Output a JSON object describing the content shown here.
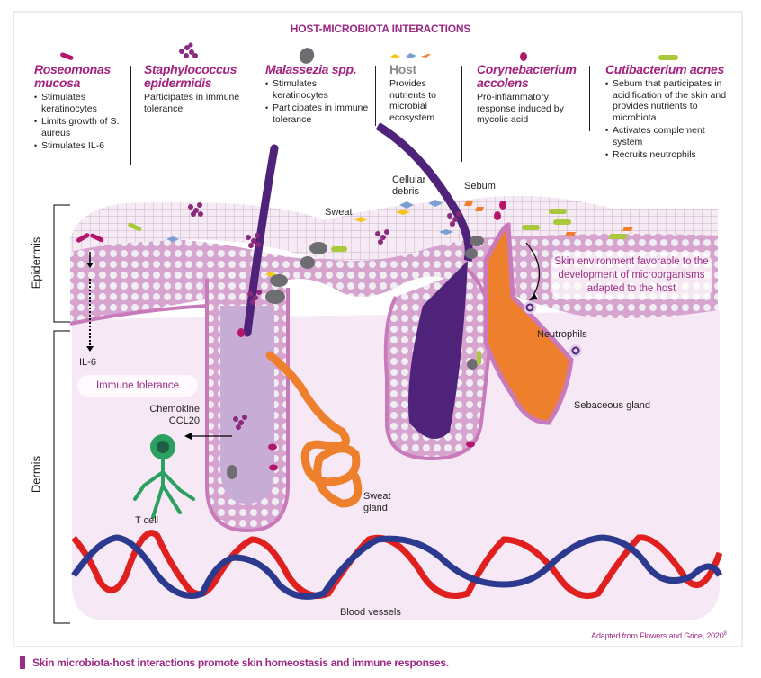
{
  "title": "HOST-MICROBIOTA INTERACTIONS",
  "organisms": [
    {
      "name": "Roseomonas mucosa",
      "name_lines": [
        "Roseomonas",
        "mucosa"
      ],
      "icon": "rod-bacterium-icon",
      "color": "#b5166b",
      "bullets": [
        "Stimulates keratinocytes",
        "Limits growth of S. aureus",
        "Stimulates IL-6"
      ]
    },
    {
      "name": "Staphylococcus epidermidis",
      "name_lines": [
        "Staphylococcus",
        "epidermidis"
      ],
      "icon": "coccus-cluster-icon",
      "color": "#8a2a7e",
      "description": "Participates in immune tolerance"
    },
    {
      "name": "Malassezia spp.",
      "name_lines": [
        "Malassezia spp."
      ],
      "icon": "yeast-oval-icon",
      "color": "#6d6d72",
      "bullets": [
        "Stimulates keratinocytes",
        "Participates in immune tolerance"
      ]
    },
    {
      "name": "Host",
      "name_lines": [
        "Host"
      ],
      "icon": "host-debris-icon",
      "colors": [
        "#f5c518",
        "#7a9fd4",
        "#ee7f2d"
      ],
      "description": "Provides nutrients to microbial ecosystem"
    },
    {
      "name": "Corynebacterium accolens",
      "name_lines": [
        "Corynebacterium",
        "accolens"
      ],
      "icon": "coryne-dot-icon",
      "color": "#b5166b",
      "description": "Pro-inflammatory response induced by mycolic acid"
    },
    {
      "name": "Cutibacterium acnes",
      "name_lines": [
        "Cutibacterium acnes"
      ],
      "icon": "cuti-rod-icon",
      "color": "#a7c93a",
      "bullets": [
        "Sebum that participates in acidification of the skin and provides nutrients to microbiota",
        "Activates complement system",
        "Recruits neutrophils"
      ]
    }
  ],
  "labels": {
    "sweat": "Sweat",
    "cellular_debris": "Cellular debris",
    "sebum": "Sebum",
    "il6": "IL-6",
    "chemokine": "Chemokine",
    "ccl20": "CCL20",
    "t_cell": "T cell",
    "sweat_gland": "Sweat gland",
    "neutrophils": "Neutrophils",
    "sebaceous_gland": "Sebaceous gland",
    "blood_vessels": "Blood vessels",
    "epidermis": "Epidermis",
    "dermis": "Dermis"
  },
  "callouts": {
    "immune_tolerance": "Immune tolerance",
    "skin_environment": "Skin environment favorable to the development of microorganisms adapted to the host"
  },
  "credit": "Adapted from Flowers and Grice, 2020",
  "credit_ref": "8",
  "caption": "Skin microbiota-host interactions promote skin homeostasis and immune responses.",
  "colors": {
    "accent": "#9c2a86",
    "epidermis": "#d9a6d0",
    "dermis": "#f6e8f4",
    "hair": "#4e2379",
    "sebum": "#ee7f2d",
    "artery": "#e0201f",
    "vein": "#2b3a8f",
    "t_cell": "#2aa160"
  }
}
